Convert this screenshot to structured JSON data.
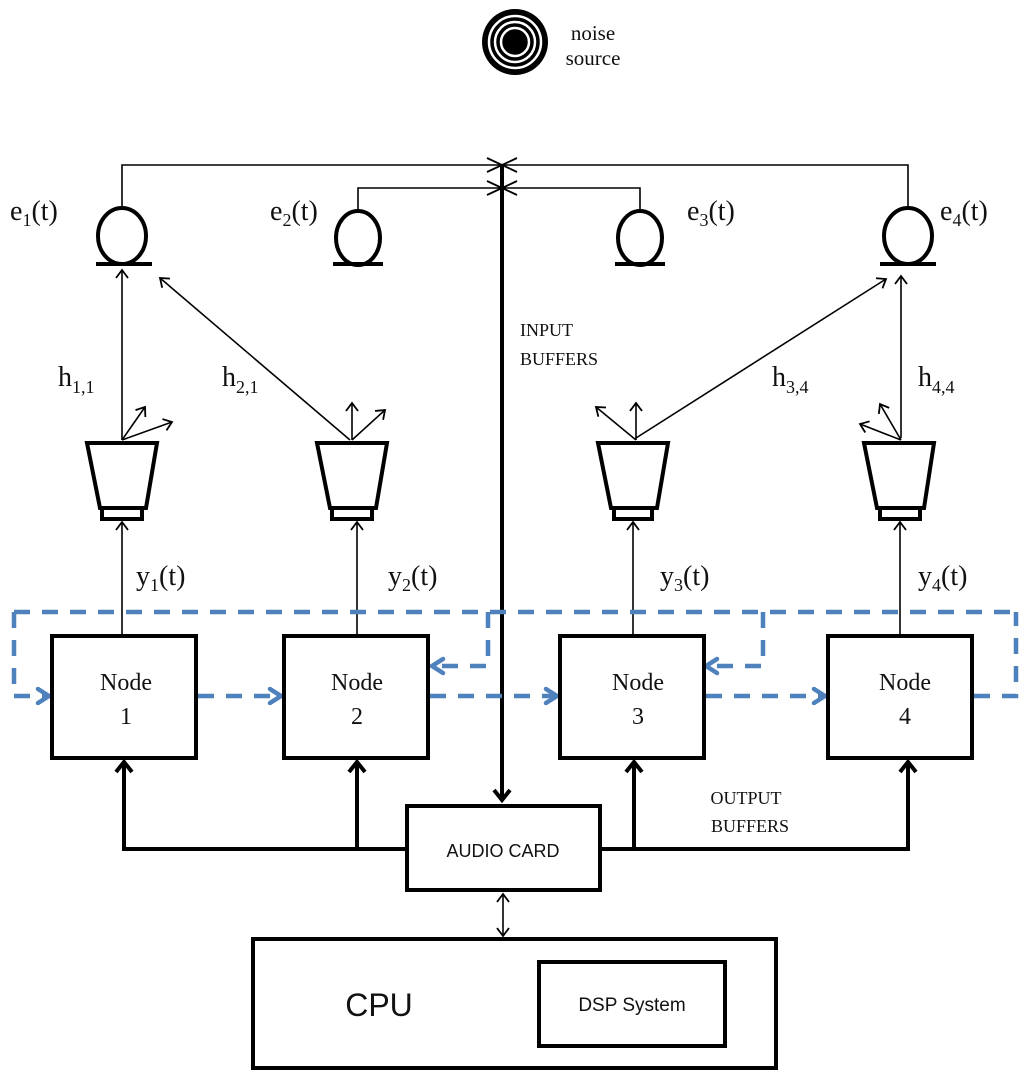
{
  "noise_source": {
    "label_line1": "noise",
    "label_line2": "source",
    "icon": "concentric-circles-icon"
  },
  "microphones": [
    {
      "id": "e1",
      "base": "e",
      "sub": "1",
      "suffix": "(t)"
    },
    {
      "id": "e2",
      "base": "e",
      "sub": "2",
      "suffix": "(t)"
    },
    {
      "id": "e3",
      "base": "e",
      "sub": "3",
      "suffix": "(t)"
    },
    {
      "id": "e4",
      "base": "e",
      "sub": "4",
      "suffix": "(t)"
    }
  ],
  "paths": [
    {
      "id": "h11",
      "base": "h",
      "sub": "1,1"
    },
    {
      "id": "h21",
      "base": "h",
      "sub": "2,1"
    },
    {
      "id": "h34",
      "base": "h",
      "sub": "3,4"
    },
    {
      "id": "h44",
      "base": "h",
      "sub": "4,4"
    }
  ],
  "signals": [
    {
      "id": "y1",
      "base": "y",
      "sub": "1",
      "suffix": "(t)"
    },
    {
      "id": "y2",
      "base": "y",
      "sub": "2",
      "suffix": "(t)"
    },
    {
      "id": "y3",
      "base": "y",
      "sub": "3",
      "suffix": "(t)"
    },
    {
      "id": "y4",
      "base": "y",
      "sub": "4",
      "suffix": "(t)"
    }
  ],
  "nodes": [
    {
      "line1": "Node",
      "line2": "1"
    },
    {
      "line1": "Node",
      "line2": "2"
    },
    {
      "line1": "Node",
      "line2": "3"
    },
    {
      "line1": "Node",
      "line2": "4"
    }
  ],
  "labels": {
    "input_buffers_line1": "INPUT",
    "input_buffers_line2": "BUFFERS",
    "output_buffers_line1": "OUTPUT",
    "output_buffers_line2": "BUFFERS",
    "audio_card": "AUDIO CARD",
    "cpu": "CPU",
    "dsp_system": "DSP System"
  },
  "colors": {
    "network_dashed": "#4f81bd",
    "lines": "#000000"
  }
}
